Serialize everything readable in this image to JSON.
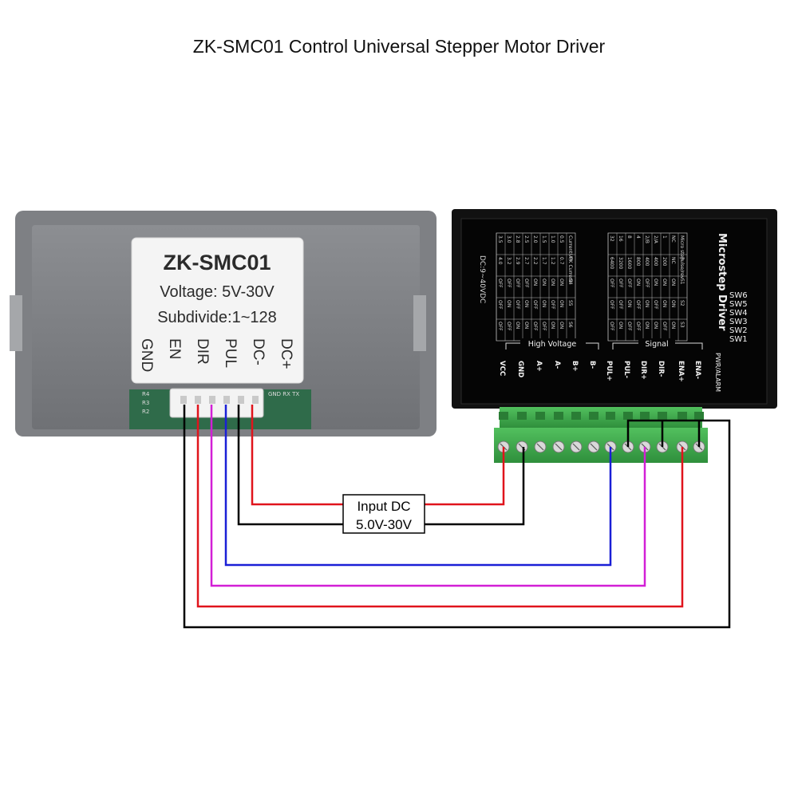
{
  "title": "ZK-SMC01 Control Universal Stepper Motor Driver",
  "controller": {
    "label_title": "ZK-SMC01",
    "voltage": "Voltage: 5V-30V",
    "subdivide": "Subdivide:1~128",
    "pins": [
      "GND",
      "EN",
      "DIR",
      "PUL",
      "DC-",
      "DC+"
    ],
    "pcb_marks": [
      "R4",
      "R3",
      "R2",
      "GND RX TX"
    ]
  },
  "driver": {
    "title": "Microstep Driver",
    "supply": "DC:9~40VDC",
    "switches": [
      "SW6",
      "SW5",
      "SW4",
      "SW3",
      "SW2",
      "SW1"
    ],
    "section_high_voltage": "High Voltage",
    "section_signal": "Signal",
    "pwr_alarm": "PWR/ALARM",
    "terminals": [
      "VCC",
      "GND",
      "A+",
      "A-",
      "B+",
      "B-",
      "PUL+",
      "PUL-",
      "DIR+",
      "DIR-",
      "ENA+",
      "ENA-"
    ],
    "current_table_header": [
      "Current(A)",
      "PK Current",
      "S4",
      "S5",
      "S6"
    ],
    "current_table": [
      [
        "0.5",
        "0.7",
        "ON",
        "ON",
        "ON"
      ],
      [
        "1.0",
        "1.2",
        "ON",
        "OFF",
        "ON"
      ],
      [
        "1.5",
        "1.7",
        "ON",
        "ON",
        "OFF"
      ],
      [
        "2.0",
        "2.2",
        "ON",
        "OFF",
        "OFF"
      ],
      [
        "2.5",
        "2.7",
        "OFF",
        "ON",
        "ON"
      ],
      [
        "2.8",
        "2.9",
        "OFF",
        "OFF",
        "ON"
      ],
      [
        "3.0",
        "3.2",
        "OFF",
        "ON",
        "OFF"
      ],
      [
        "3.5",
        "4.0",
        "OFF",
        "OFF",
        "OFF"
      ]
    ],
    "microstep_table_header": [
      "Micro step",
      "Pulse/rev",
      "S1",
      "S2",
      "S3"
    ],
    "microstep_table": [
      [
        "NC",
        "NC",
        "ON",
        "ON",
        "ON"
      ],
      [
        "1",
        "200",
        "ON",
        "ON",
        "OFF"
      ],
      [
        "2/A",
        "400",
        "ON",
        "OFF",
        "ON"
      ],
      [
        "2/B",
        "400",
        "OFF",
        "ON",
        "ON"
      ],
      [
        "4",
        "800",
        "ON",
        "OFF",
        "OFF"
      ],
      [
        "8",
        "1600",
        "OFF",
        "ON",
        "OFF"
      ],
      [
        "16",
        "3200",
        "OFF",
        "OFF",
        "ON"
      ],
      [
        "32",
        "6400",
        "OFF",
        "OFF",
        "OFF"
      ]
    ]
  },
  "power_box": {
    "line1": "Input DC",
    "line2": "5.0V-30V"
  },
  "colors": {
    "red": "#e0141c",
    "black": "#000000",
    "blue": "#1a1fd6",
    "magenta": "#d21fd6",
    "terminal_green": "#3aa84a"
  }
}
